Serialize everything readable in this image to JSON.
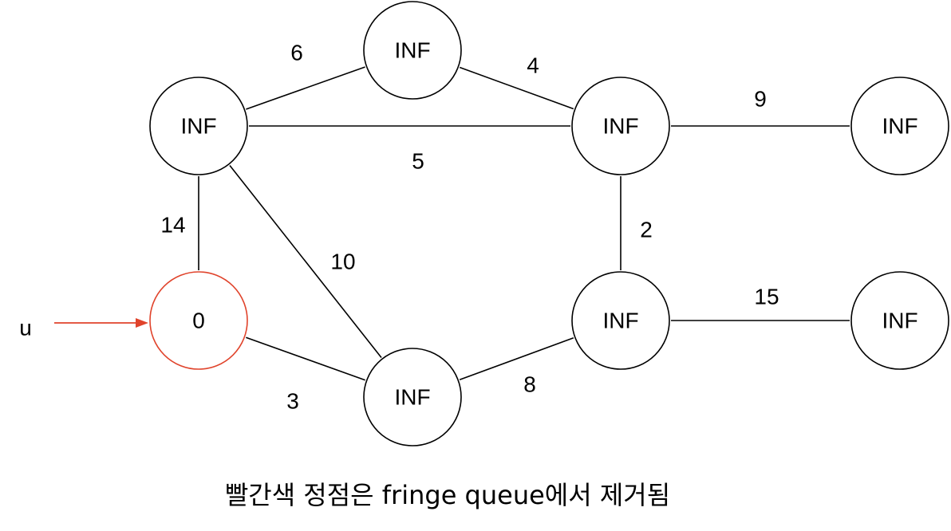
{
  "nodes": [
    {
      "id": "A",
      "label": "INF",
      "state": "default"
    },
    {
      "id": "B",
      "label": "INF",
      "state": "default"
    },
    {
      "id": "C",
      "label": "INF",
      "state": "default"
    },
    {
      "id": "D",
      "label": "INF",
      "state": "default"
    },
    {
      "id": "S",
      "label": "0",
      "state": "removed"
    },
    {
      "id": "E",
      "label": "INF",
      "state": "default"
    },
    {
      "id": "F",
      "label": "INF",
      "state": "default"
    },
    {
      "id": "G",
      "label": "INF",
      "state": "default"
    }
  ],
  "edges": [
    {
      "from": "A",
      "to": "B",
      "weight": "6"
    },
    {
      "from": "B",
      "to": "C",
      "weight": "4"
    },
    {
      "from": "A",
      "to": "C",
      "weight": "5"
    },
    {
      "from": "C",
      "to": "D",
      "weight": "9"
    },
    {
      "from": "A",
      "to": "S",
      "weight": "14"
    },
    {
      "from": "A",
      "to": "E",
      "weight": "10"
    },
    {
      "from": "C",
      "to": "F",
      "weight": "2"
    },
    {
      "from": "S",
      "to": "E",
      "weight": "3"
    },
    {
      "from": "E",
      "to": "F",
      "weight": "8"
    },
    {
      "from": "F",
      "to": "G",
      "weight": "15"
    }
  ],
  "pointer": {
    "label": "u",
    "target": "S"
  },
  "caption": "빨간색 정점은 fringe queue에서 제거됨",
  "colors": {
    "removed": "#e0432b",
    "default": "#000000"
  }
}
